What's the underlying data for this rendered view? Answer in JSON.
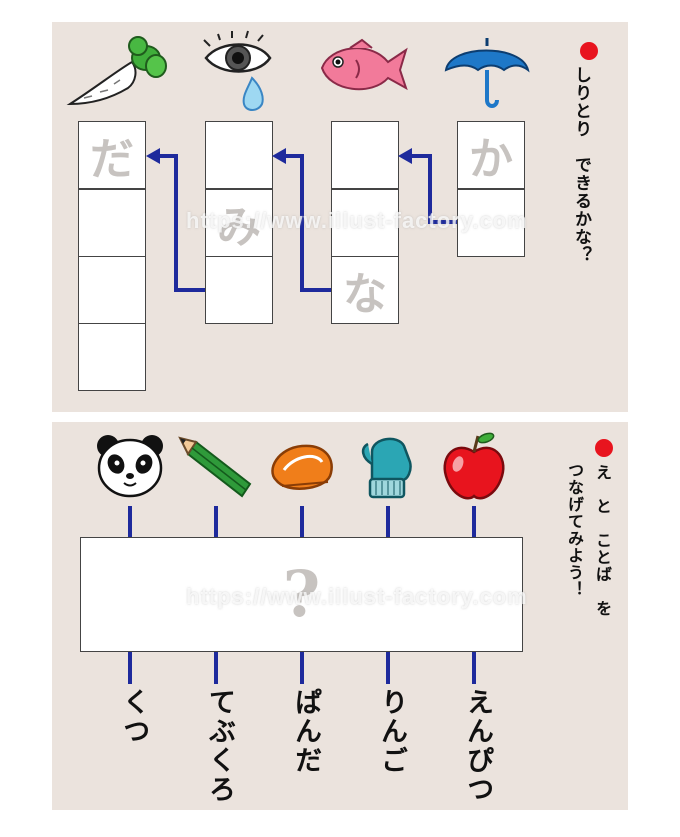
{
  "shiritori": {
    "instruction": "しりとり　できるかな？",
    "pictures": [
      "daikon-icon",
      "eye-icon",
      "fish-icon",
      "umbrella-icon"
    ],
    "hint_ka": "か",
    "hint_na": "な",
    "hint_mi": "み",
    "hint_da": "だ"
  },
  "matching": {
    "instruction_line1": "え　と　ことば　を",
    "instruction_line2": "つなげてみよう！",
    "question_mark": "?",
    "pictures": [
      "panda-icon",
      "pencil-icon",
      "bread-icon",
      "mitten-icon",
      "apple-icon"
    ],
    "words": [
      "くつ",
      "てぶくろ",
      "ぱんだ",
      "りんご",
      "えんぴつ"
    ]
  },
  "watermark": "https://www.illust-factory.com",
  "colors": {
    "panel": "#ebe3dd",
    "arrow": "#1e2a9c",
    "connector": "#1e2a9c",
    "bullet": "#e8141e"
  }
}
